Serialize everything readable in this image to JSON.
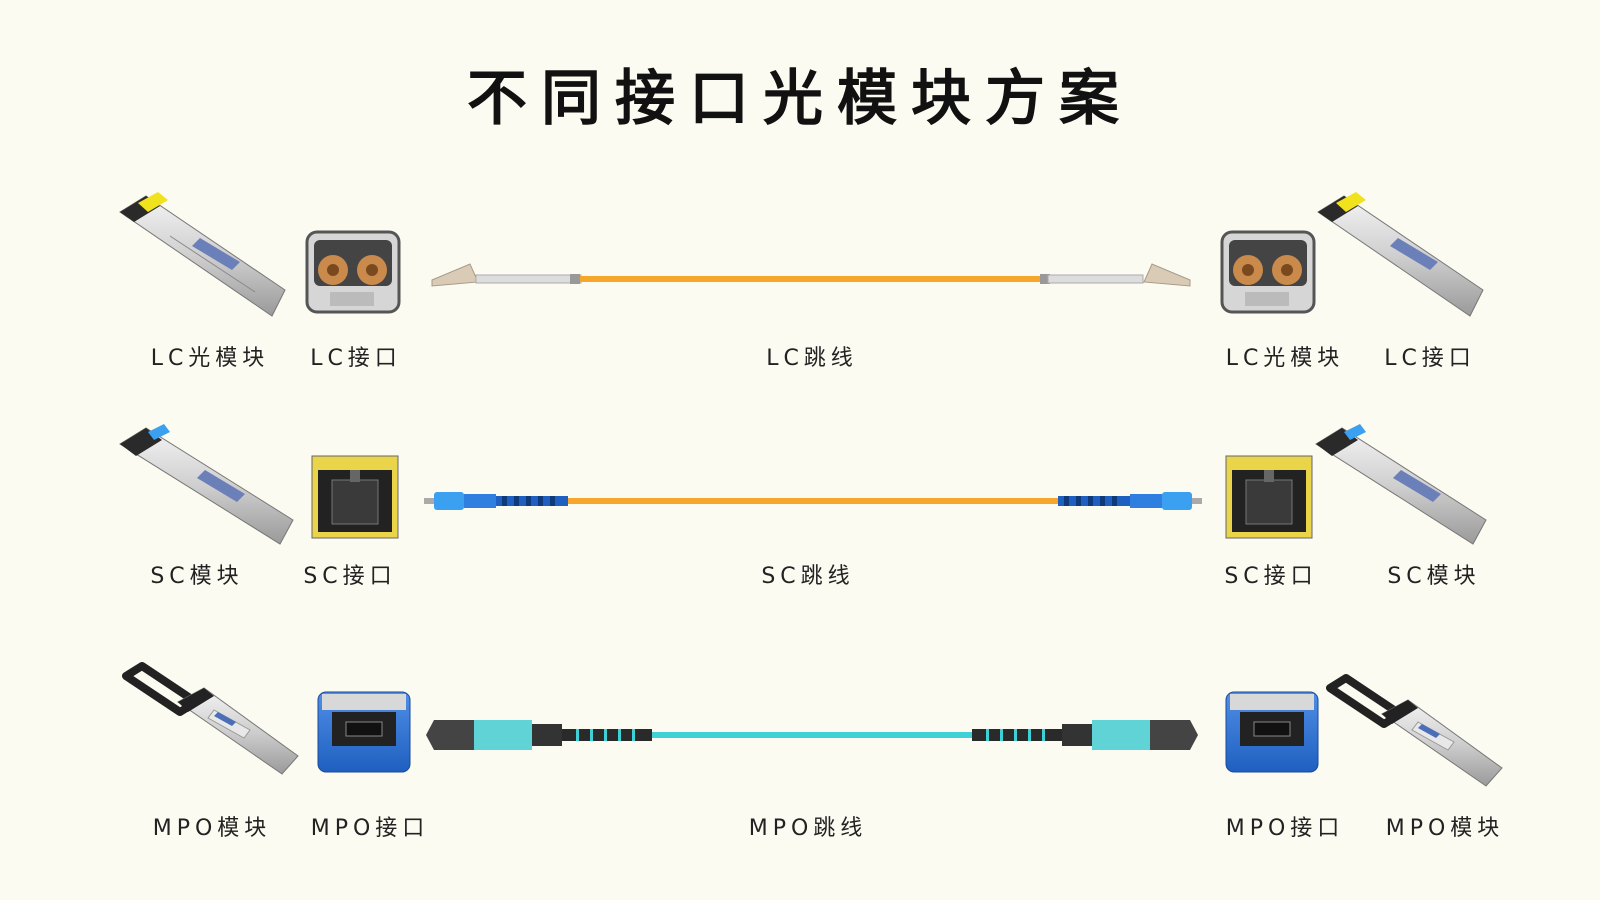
{
  "title": "不同接口光模块方案",
  "rows": [
    {
      "left_module_label": "LC光模块",
      "left_port_label": "LC接口",
      "cable_label": "LC跳线",
      "right_module_label": "LC光模块",
      "right_port_label": "LC接口",
      "cable_color": "#f6a62a",
      "connector_color": "#d9cbb6"
    },
    {
      "left_module_label": "SC模块",
      "left_port_label": "SC接口",
      "cable_label": "SC跳线",
      "right_port_label": "SC接口",
      "right_module_label": "SC模块",
      "cable_color": "#f6a62a",
      "connector_color": "#2f7fe0"
    },
    {
      "left_module_label": "MPO模块",
      "left_port_label": "MPO接口",
      "cable_label": "MPO跳线",
      "right_port_label": "MPO接口",
      "right_module_label": "MPO模块",
      "cable_color": "#3fd1d6",
      "connector_color": "#2f2f2f"
    }
  ]
}
